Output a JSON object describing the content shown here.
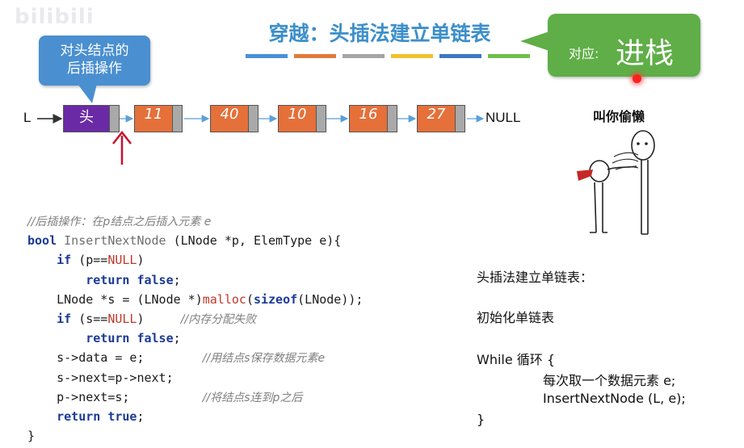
{
  "watermark": "bilibili",
  "title": "穿越：头插法建立单链表",
  "title_bar_colors": [
    "#4a90d9",
    "#e07b39",
    "#a5a5a5",
    "#f2c12e",
    "#3b78c3",
    "#6fbf4a"
  ],
  "callout_blue": {
    "text": "对头结点的\n后插操作",
    "color": "#4a8fd0"
  },
  "callout_green": {
    "small": "对应:",
    "big": "进栈",
    "color": "#5fae47"
  },
  "list": {
    "start_label": "L",
    "head_label": "头",
    "nodes": [
      "11",
      "40",
      "10",
      "16",
      "27"
    ],
    "end_label": "NULL",
    "head_color": "#6a2aa6",
    "node_color": "#e5703a",
    "pointer_color": "#a9a9a9"
  },
  "figure": {
    "title": "叫你偷懒"
  },
  "code": {
    "comment_title": "//后插操作：在p结点之后插入元素 e",
    "sig_kw": "bool",
    "sig_name": " InsertNextNode ",
    "sig_params": "(LNode *p, ElemType e){",
    "l3_a": "    ",
    "l3_kw": "if",
    "l3_b": " (p==",
    "l3_null": "NULL",
    "l3_c": ")",
    "l4_a": "        ",
    "l4_kw": "return false",
    "l4_b": ";",
    "l5_a": "    LNode *s = (LNode *)",
    "l5_malloc": "malloc",
    "l5_b": "(",
    "l5_sizeof": "sizeof",
    "l5_c": "(LNode));",
    "l6_a": "    ",
    "l6_kw": "if",
    "l6_b": " (s==",
    "l6_null": "NULL",
    "l6_c": ")     ",
    "l6_comment": "//内存分配失败",
    "l7_a": "        ",
    "l7_kw": "return false",
    "l7_b": ";",
    "l8_a": "    s->data = e;        ",
    "l8_comment": "//用结点s保存数据元素e",
    "l9": "    s->next=p->next;",
    "l10_a": "    p->next=s;          ",
    "l10_comment": "//将结点s连到p之后",
    "l11_a": "    ",
    "l11_kw": "return true",
    "l11_b": ";",
    "l12": "}"
  },
  "algorithm": {
    "heading": "头插法建立单链表：",
    "init": "初始化单链表",
    "while_open": "While 循环 {",
    "step1": "每次取一个数据元素 e;",
    "step2": "InsertNextNode (L, e);",
    "while_close": "}"
  }
}
